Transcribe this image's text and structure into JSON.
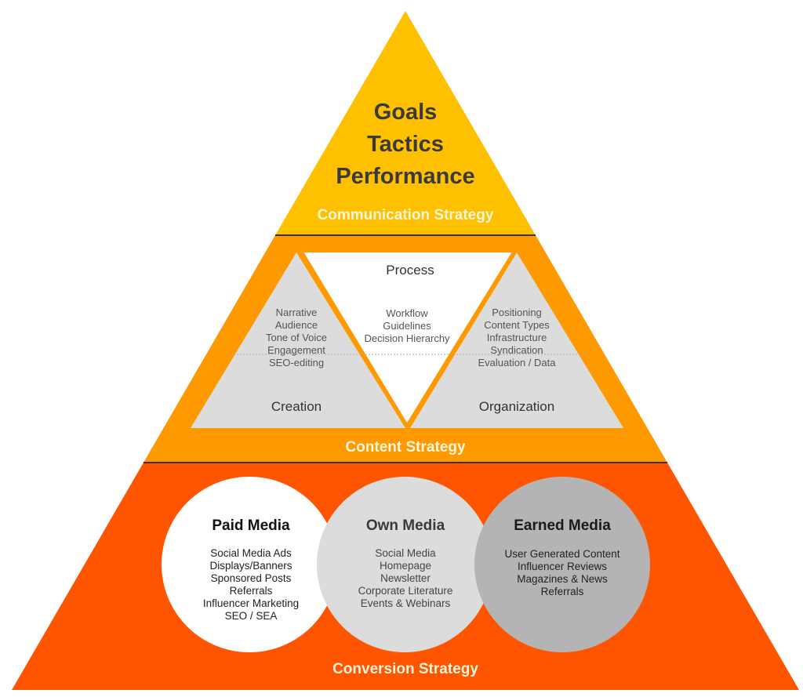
{
  "colors": {
    "top_band": "#ffc000",
    "middle_band": "#ff9900",
    "bottom_band": "#ff5500",
    "inner_triangle_gray": "#dcdcdc",
    "inner_triangle_white": "#ffffff",
    "paid_circle": "#ffffff",
    "own_circle": "#dcdcdc",
    "earned_circle": "#b4b4b4"
  },
  "top": {
    "lines": [
      "Goals",
      "Tactics",
      "Performance"
    ],
    "label": "Communication Strategy"
  },
  "middle": {
    "label": "Content Strategy",
    "process": {
      "title": "Process",
      "items": [
        "Workflow",
        "Guidelines",
        "Decision Hierarchy"
      ]
    },
    "creation": {
      "title": "Creation",
      "items": [
        "Narrative",
        "Audience",
        "Tone of Voice",
        "Engagement",
        "SEO-editing"
      ]
    },
    "organization": {
      "title": "Organization",
      "items": [
        "Positioning",
        "Content Types",
        "Infrastructure",
        "Syndication",
        "Evaluation / Data"
      ]
    }
  },
  "bottom": {
    "label": "Conversion Strategy",
    "paid": {
      "title": "Paid Media",
      "items": [
        "Social Media Ads",
        "Displays/Banners",
        "Sponsored Posts",
        "Referrals",
        "Influencer Marketing",
        "SEO / SEA"
      ]
    },
    "own": {
      "title": "Own Media",
      "items": [
        "Social Media",
        "Homepage",
        "Newsletter",
        "Corporate Literature",
        "Events & Webinars"
      ]
    },
    "earned": {
      "title": "Earned Media",
      "items": [
        "User Generated Content",
        "Influencer Reviews",
        "Magazines & News",
        "Referrals"
      ]
    }
  }
}
